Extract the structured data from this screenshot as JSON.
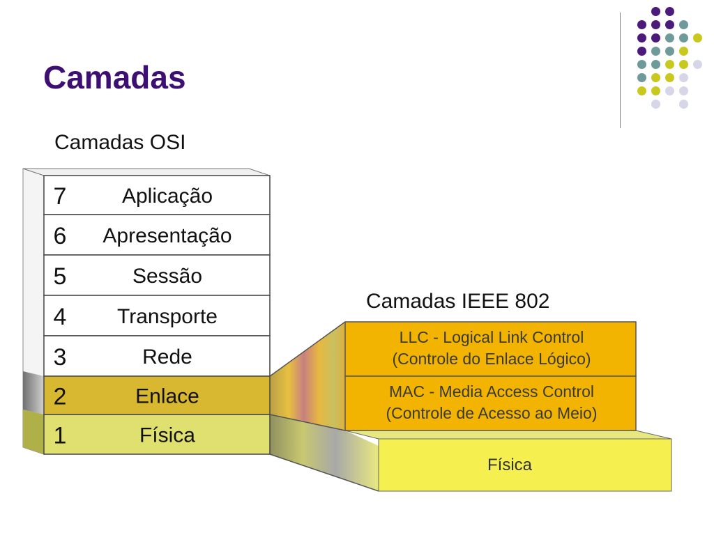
{
  "slide": {
    "title": "Camadas"
  },
  "decoration": {
    "dot_grid": [
      [
        "",
        "#4b1a7a",
        "#4b1a7a",
        "",
        "",
        ""
      ],
      [
        "#4b1a7a",
        "#4b1a7a",
        "#4b1a7a",
        "#6f9a9a",
        "",
        ""
      ],
      [
        "#4b1a7a",
        "#4b1a7a",
        "#6f9a9a",
        "#6f9a9a",
        "#c8c81e",
        ""
      ],
      [
        "#4b1a7a",
        "#6f9a9a",
        "#6f9a9a",
        "#c8c81e",
        "",
        ""
      ],
      [
        "#6f9a9a",
        "#6f9a9a",
        "#c8c81e",
        "#c8c81e",
        "#d6d6e8",
        ""
      ],
      [
        "#6f9a9a",
        "#c8c81e",
        "#c8c81e",
        "#d6d6e8",
        "",
        ""
      ],
      [
        "#c8c81e",
        "#c8c81e",
        "#d6d6e8",
        "#d6d6e8",
        "",
        ""
      ],
      [
        "",
        "#d6d6e8",
        "",
        "#d6d6e8",
        "",
        ""
      ]
    ]
  },
  "diagram": {
    "osi_heading": "Camadas OSI",
    "osi_layers": [
      {
        "number": "7",
        "name": "Aplicação",
        "fill": "#ffffff"
      },
      {
        "number": "6",
        "name": "Apresentação",
        "fill": "#ffffff"
      },
      {
        "number": "5",
        "name": "Sessão",
        "fill": "#ffffff"
      },
      {
        "number": "4",
        "name": "Transporte",
        "fill": "#ffffff"
      },
      {
        "number": "3",
        "name": "Rede",
        "fill": "#ffffff"
      },
      {
        "number": "2",
        "name": "Enlace",
        "fill": "#d8b830"
      },
      {
        "number": "1",
        "name": "Física",
        "fill": "#e0e070"
      }
    ],
    "ieee_heading": "Camadas IEEE 802",
    "ieee_layers": [
      {
        "line1": "LLC - Logical Link Control",
        "line2": "(Controle do Enlace Lógico)",
        "fill": "#f2b400"
      },
      {
        "line1": "MAC - Media Access Control",
        "line2": "(Controle de Acesso ao Meio)",
        "fill": "#f2b400"
      }
    ],
    "ieee_physical": {
      "name": "Física",
      "fill": "#f5f050"
    }
  }
}
